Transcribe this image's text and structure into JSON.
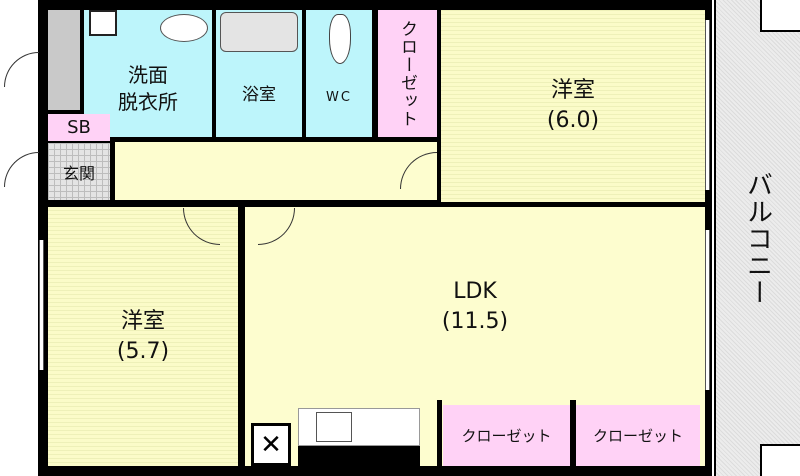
{
  "rooms": {
    "washroom": {
      "line1": "洗面",
      "line2": "脱衣所"
    },
    "bathroom": "浴室",
    "wc": "WC",
    "closet_top": "クローゼット",
    "western_room_1": {
      "name": "洋室",
      "size": "(6.0)"
    },
    "sb": "SB",
    "entrance": "玄関",
    "western_room_2": {
      "name": "洋室",
      "size": "(5.7)"
    },
    "ldk": {
      "name": "LDK",
      "size": "(11.5)"
    },
    "closet_bottom_left": "クローゼット",
    "closet_bottom_right": "クローゼット",
    "balcony": "バルコニー"
  },
  "colors": {
    "wet_area": "#bdf5fb",
    "closet": "#ffd2f6",
    "living": "#fdfdcf",
    "wall": "#000000"
  }
}
